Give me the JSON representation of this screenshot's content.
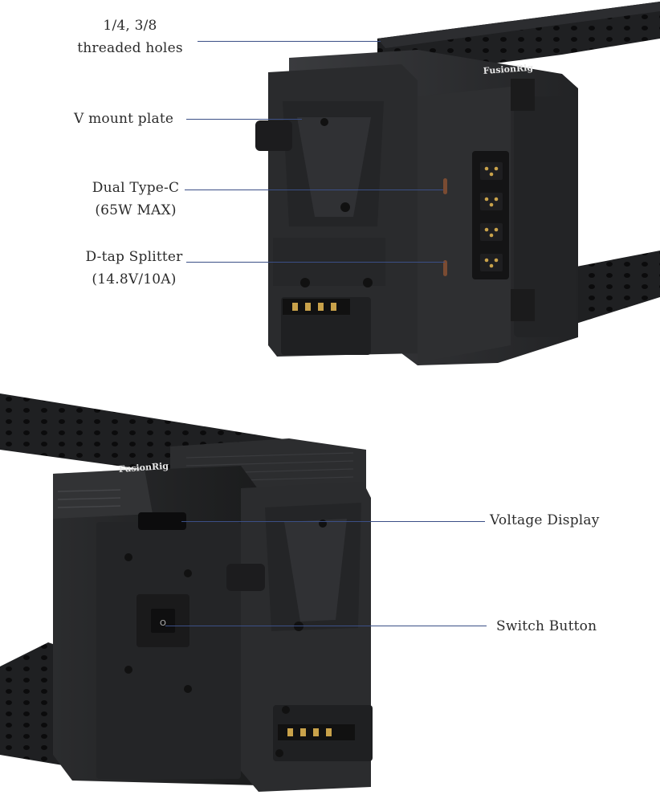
{
  "brand": "FusionRig",
  "callouts": {
    "threaded_holes": {
      "line1": "1/4, 3/8",
      "line2": "threaded holes"
    },
    "v_mount_plate": "V mount plate",
    "dual_type_c": {
      "line1": "Dual Type-C",
      "line2": "(65W MAX)"
    },
    "d_tap_splitter": {
      "line1": "D-tap Splitter",
      "line2": "(14.8V/10A)"
    },
    "voltage_display": "Voltage Display",
    "switch_button": "Switch Button"
  },
  "colors": {
    "background": "#ffffff",
    "leader_line": "#3b4f86",
    "device_body": "#2a2b2d",
    "rail": "#1e1f21",
    "connector_pin": "#c9a24a"
  }
}
